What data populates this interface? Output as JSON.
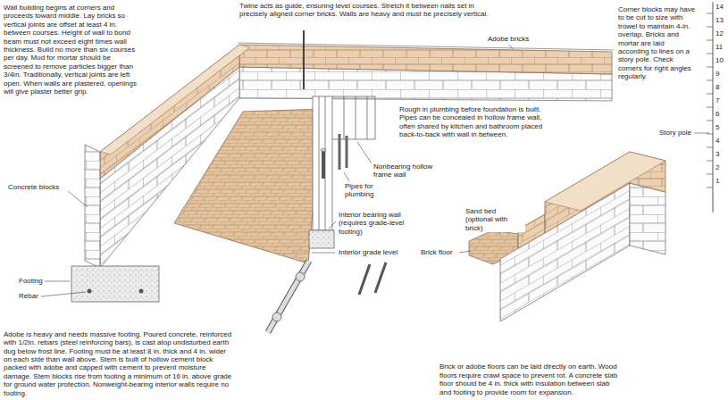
{
  "diagram": {
    "labels": [
      "Wall building begins at corners and proceeds toward middle. Lay bricks so vertical joints are offset at least 4 in. between courses. Height of wall to bond beam must not exceed eight times wall thickness. Build no more than six courses per day. Mud for mortar should be screened to remove particles bigger than 3/4in. Traditionally, vertical joints are left open. When walls are plastered, openings will give plaster better grip.",
      "Twine acts as guide, ensuring level courses. Stretch it between nails set in precisely aligned corner bricks. Walls are heavy and must be precisely vertical.",
      "Adobe bricks",
      "Corner blocks may have to be cut to size with trowel to maintain 4-in. overlap. Bricks and mortar are laid according to lines on a story pole. Check corners for right angles regularly.",
      "14",
      "13",
      "12",
      "11",
      "10",
      "9",
      "8",
      "7",
      "6",
      "5",
      "4",
      "3",
      "2",
      "1",
      "Rough in plumbing before foundation is built. Pipes can be concealed in hollow frame wall, often shared by kitchen and bathroom placed back-to-back with wall in between.",
      "Story pole",
      "Pipes for plumbing",
      "Nonbearing hollow frame wall",
      "Concrete blocks",
      "Interior bearing wall (requires grade-level footing)",
      "Sand bed (optional with brick)",
      "Brick floor",
      "Interior grade level",
      "Footing",
      "Rebar",
      "Adobe is heavy and needs massive footing. Poured concrete, reinforced with 1/2in. rebars (steel reinforcing bars), is cast atop undisturbed earth dug below frost line. Footing must be at least 8 in. thick and 4 in. wider on each side than wall above. Stem is built of hollow cement block packed with adobe and capped with cement to prevent moisture damage. Stem blocks rise from footing a minimum of 16 in. above grade for ground water protection. Nonweight-bearing interior walls require no footing.",
      "Brick or adobe floors can be laid directly on earth. Wood floors require crawl space to prevent rot. A concrete slab floor should be 4 in. thick with insulation between slab and footing to provide room for expansion."
    ]
  }
}
